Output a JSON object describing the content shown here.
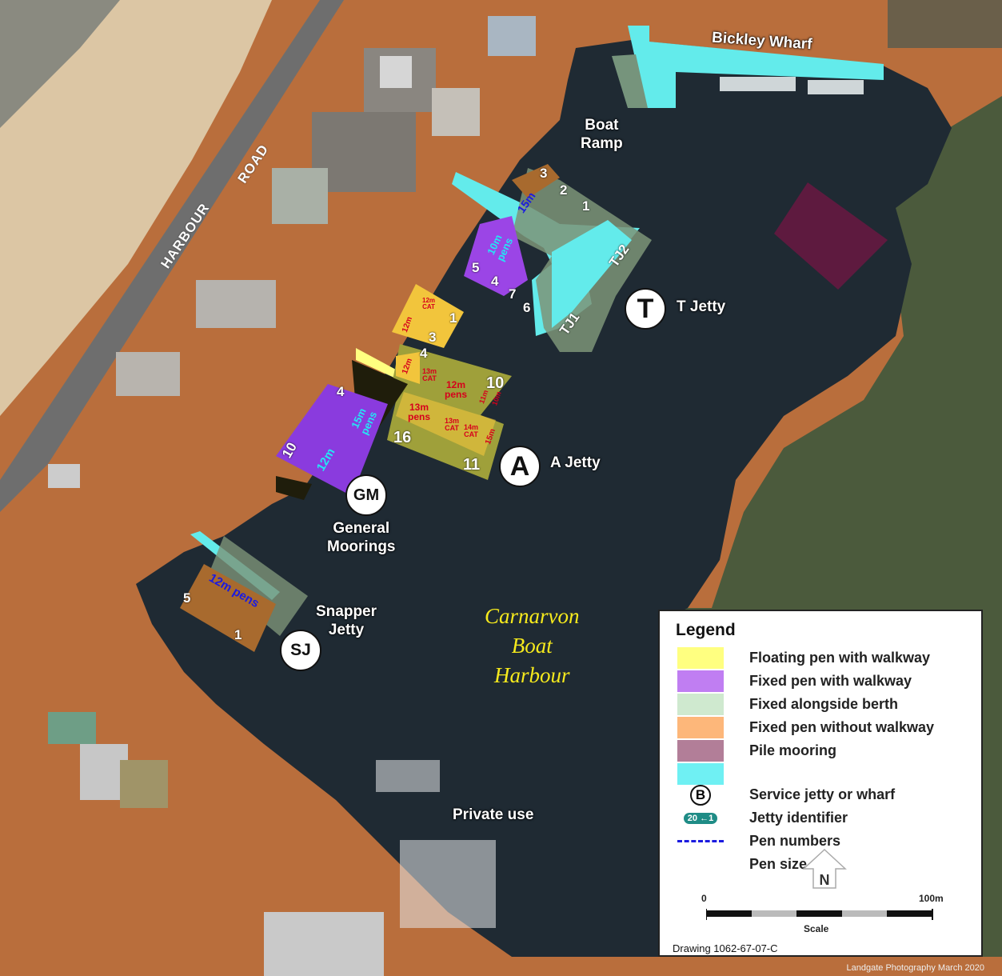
{
  "labels": {
    "bickley_wharf": "Bickley Wharf",
    "boat_ramp": "Boat\nRamp",
    "t_jetty": "T Jetty",
    "a_jetty": "A Jetty",
    "general_moorings": "General\nMoorings",
    "snapper_jetty": "Snapper\nJetty",
    "private_use": "Private use",
    "harbour_name": "Carnarvon\nBoat\nHarbour",
    "harbour_road_1": "HARBOUR",
    "harbour_road_2": "ROAD"
  },
  "circles": {
    "t": "T",
    "a": "A",
    "gm": "GM",
    "sj": "SJ"
  },
  "t_jetty_numbers": {
    "n3": "3",
    "n2": "2",
    "n1": "1",
    "n5": "5",
    "n4": "4",
    "n7": "7",
    "n6": "6",
    "tj1": "TJ1",
    "tj2": "TJ2",
    "size_15m": "15m",
    "size_10m_pens": "10m\npens"
  },
  "a_jetty_numbers": {
    "n3": "3",
    "n1": "1",
    "n4": "4",
    "n10": "10",
    "n16": "16",
    "n11": "11",
    "p12m_cat": "12m\nCAT",
    "p12m_a": "12m",
    "p12m_b": "12m",
    "p13m_cat_a": "13m\nCAT",
    "p12m_pens": "12m\npens",
    "p11m": "11m",
    "p10m": "10m",
    "p13m_pens": "13m\npens",
    "p13m_cat_b": "13m\nCAT",
    "p14m_cat": "14m\nCAT",
    "p15m": "15m"
  },
  "gm_numbers": {
    "n4": "4",
    "n10": "10",
    "p12m": "12m",
    "p15m_pens": "15m\npens"
  },
  "sj_numbers": {
    "n5": "5",
    "n1": "1",
    "p12m_pens": "12m pens"
  },
  "legend": {
    "title": "Legend",
    "items": [
      {
        "label": "Floating pen with walkway",
        "color": "#ffff80"
      },
      {
        "label": "Fixed pen with walkway",
        "color": "#c07ef2"
      },
      {
        "label": "Fixed alongside berth",
        "color": "#cfe9cf"
      },
      {
        "label": "Fixed pen without walkway",
        "color": "#fdb77a"
      },
      {
        "label": "Pile mooring",
        "color": "#b27e98"
      },
      {
        "label": "",
        "color": "#6ff0f3"
      }
    ],
    "service": "Service jetty or wharf",
    "service_symbol": "B",
    "jetty_identifier": "Jetty identifier",
    "jetty_identifier_symbol": "20 ←1",
    "pen_numbers": "Pen numbers",
    "pen_size": "Pen size",
    "scale_min": "0",
    "scale_max": "100m",
    "scale_label": "Scale"
  },
  "drawing_number": "Drawing 1062-67-07-C",
  "credit": "Landgate Photography March 2020"
}
